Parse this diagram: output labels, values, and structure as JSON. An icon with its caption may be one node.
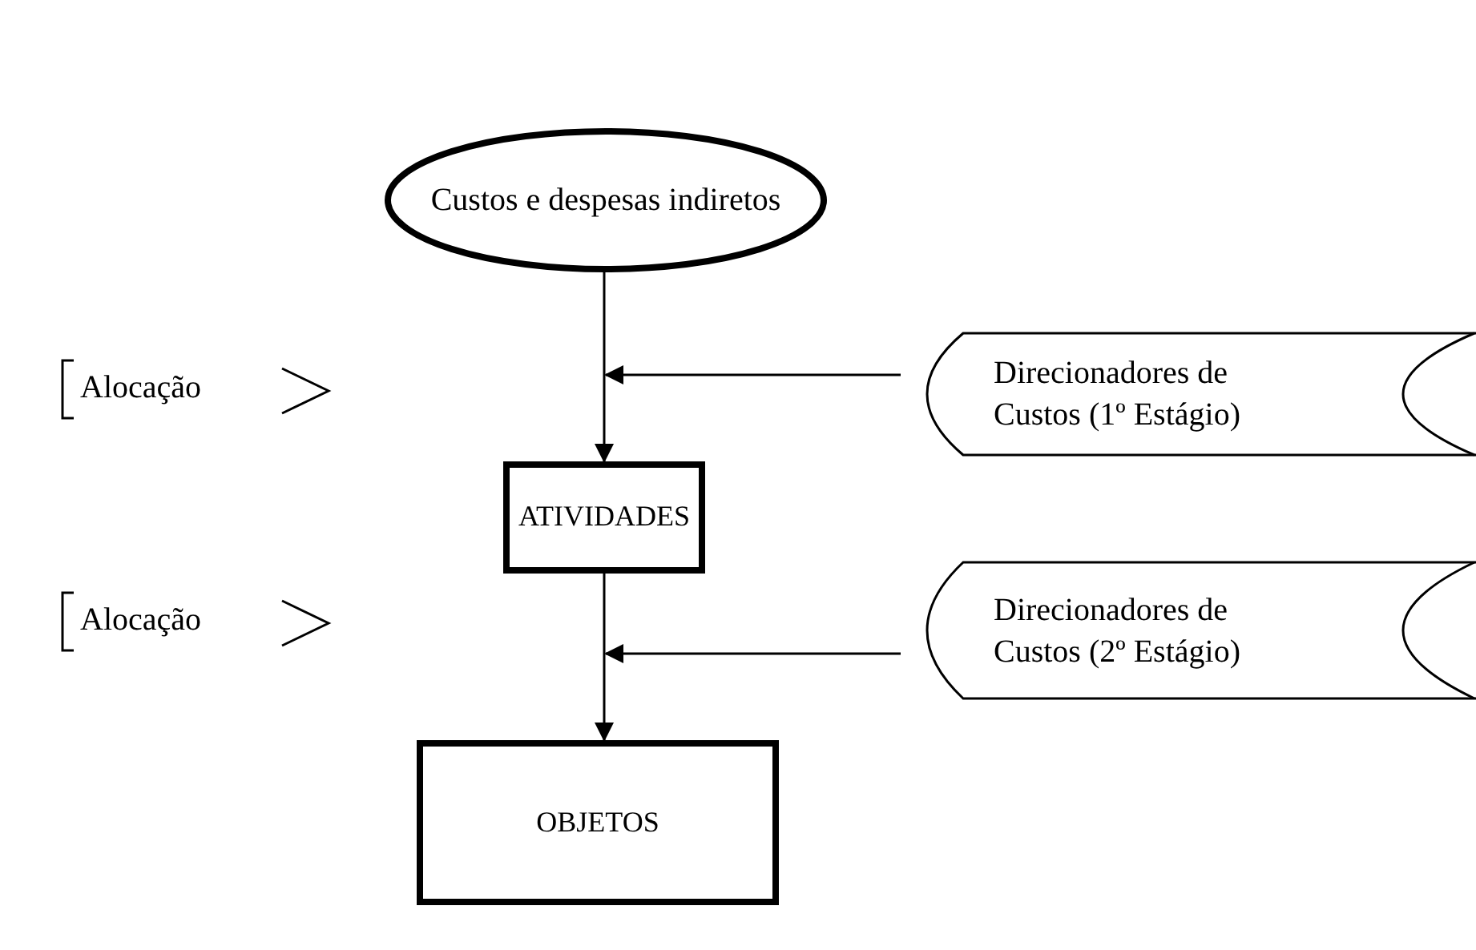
{
  "diagram": {
    "nodes": [
      {
        "text": [
          "Custos e despesas indiretos"
        ]
      },
      {
        "text": [
          "ATIVIDADES"
        ]
      },
      {
        "text": [
          "OBJETOS"
        ]
      },
      {
        "text": [
          "Direcionadores de Custos (1º Estágio)"
        ]
      },
      {
        "text": [
          "Direcionadores de Custos (2º Estágio)"
        ]
      }
    ],
    "edges": [
      {
        "from": 0,
        "to": 1,
        "arrow": "to"
      },
      {
        "from": 3,
        "to": null,
        "arrow": "to"
      },
      {
        "from": 1,
        "to": 2,
        "arrow": "to"
      },
      {
        "from": 4,
        "to": null,
        "arrow": "to"
      }
    ],
    "labels": [
      "Alocação",
      "Alocação"
    ]
  }
}
